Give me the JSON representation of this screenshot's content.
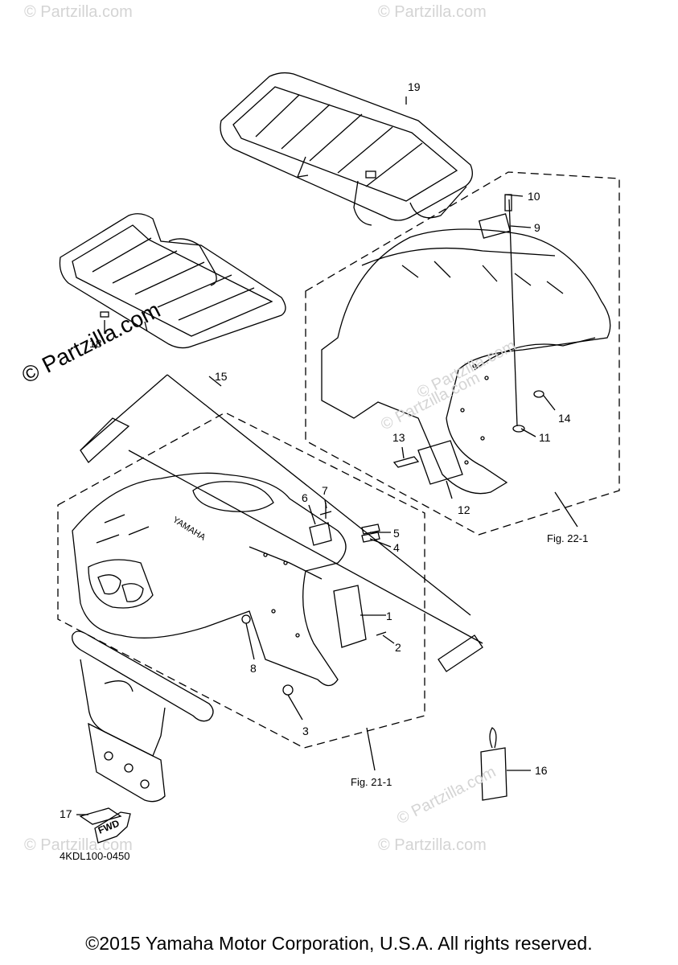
{
  "diagram": {
    "callouts": [
      {
        "id": "1",
        "label": "1"
      },
      {
        "id": "2",
        "label": "2"
      },
      {
        "id": "3",
        "label": "3"
      },
      {
        "id": "4",
        "label": "4"
      },
      {
        "id": "5",
        "label": "5"
      },
      {
        "id": "6",
        "label": "6"
      },
      {
        "id": "7",
        "label": "7"
      },
      {
        "id": "8",
        "label": "8"
      },
      {
        "id": "9",
        "label": "9"
      },
      {
        "id": "10",
        "label": "10"
      },
      {
        "id": "11",
        "label": "11"
      },
      {
        "id": "12",
        "label": "12"
      },
      {
        "id": "13",
        "label": "13"
      },
      {
        "id": "14",
        "label": "14"
      },
      {
        "id": "15",
        "label": "15"
      },
      {
        "id": "16",
        "label": "16"
      },
      {
        "id": "17",
        "label": "17"
      },
      {
        "id": "18",
        "label": "18"
      },
      {
        "id": "19",
        "label": "19"
      }
    ],
    "fig_refs": {
      "rear": "Fig. 22-1",
      "front": "Fig. 21-1"
    },
    "fender_brand": "YAMAHA",
    "fwd_label": "FWD",
    "part_code": "4KDL100-0450"
  },
  "watermark": {
    "main": "© Partzilla.com",
    "faint": "© Partzilla.com"
  },
  "footer": {
    "copyright": "©2015 Yamaha Motor Corporation, U.S.A. All rights reserved."
  }
}
